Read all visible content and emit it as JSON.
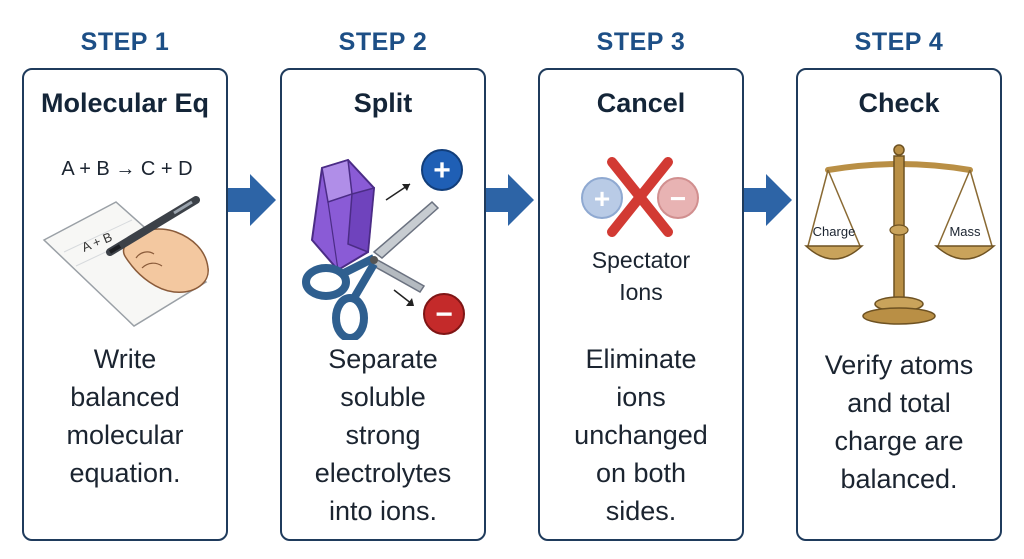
{
  "steps": [
    {
      "step_label": "STEP 1",
      "title": "Molecular Eq",
      "equation": "A + B → C + D",
      "paper_text": "A + B",
      "description_lines": [
        "Write",
        "balanced",
        "molecular",
        "equation."
      ]
    },
    {
      "step_label": "STEP 2",
      "title": "Split",
      "plus_symbol": "+",
      "minus_symbol": "−",
      "description_lines": [
        "Separate",
        "soluble",
        "strong",
        "electrolytes",
        "into ions."
      ]
    },
    {
      "step_label": "STEP 3",
      "title": "Cancel",
      "plus_symbol": "+",
      "minus_symbol": "−",
      "caption_lines": [
        "Spectator",
        "Ions"
      ],
      "description_lines": [
        "Eliminate",
        "ions",
        "unchanged",
        "on both",
        "sides."
      ]
    },
    {
      "step_label": "STEP 4",
      "title": "Check",
      "left_pan_label": "Charge",
      "right_pan_label": "Mass",
      "description_lines": [
        "Verify atoms",
        "and total",
        "charge are",
        "balanced."
      ]
    }
  ],
  "colors": {
    "step_label": "#1d4f86",
    "card_border": "#1f3b5c",
    "flow_arrow": "#2d64a6",
    "cation_blue": "#1f5fb5",
    "anion_red": "#c42a2a",
    "crystal_purple": "#8a5bd6",
    "cross_red": "#d23a33",
    "scale_gold": "#b98f45"
  },
  "icons": [
    "hand-writing-icon",
    "crystal-icon",
    "scissors-icon",
    "cation-icon",
    "anion-icon",
    "cancel-cross-icon",
    "balance-scale-icon",
    "flow-arrow-icon"
  ]
}
